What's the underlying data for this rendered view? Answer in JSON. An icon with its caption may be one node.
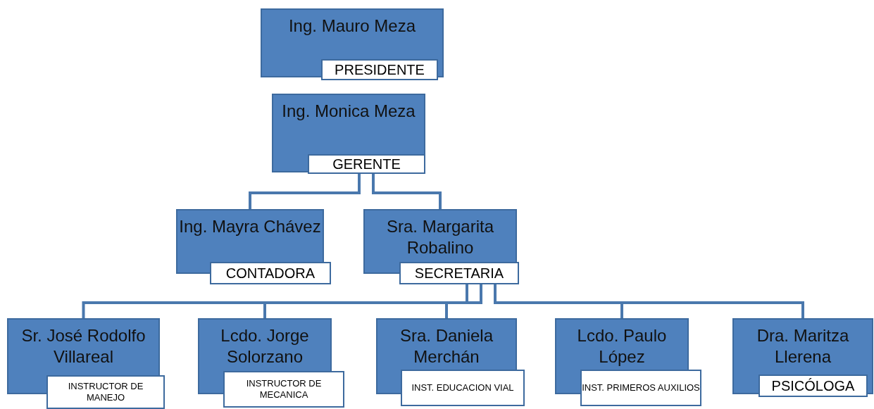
{
  "diagram": {
    "nodes": [
      {
        "text": [
          "Ing. Mauro Meza",
          "PRESIDENTE"
        ]
      },
      {
        "text": [
          "Ing. Monica Meza",
          "GERENTE"
        ]
      },
      {
        "text": [
          "Ing. Mayra Chávez",
          "CONTADORA"
        ]
      },
      {
        "text": [
          "Sra. Margarita Robalino",
          "SECRETARIA"
        ]
      },
      {
        "text": [
          "Sr. José Rodolfo Villareal",
          "INSTRUCTOR DE MANEJO"
        ]
      },
      {
        "text": [
          "Lcdo. Jorge Solorzano",
          "INSTRUCTOR DE MECANICA"
        ]
      },
      {
        "text": [
          "Sra. Daniela Merchán",
          "INST. EDUCACION VIAL"
        ]
      },
      {
        "text": [
          "Lcdo. Paulo López",
          "INST. PRIMEROS AUXILIOS"
        ]
      },
      {
        "text": [
          "Dra. Maritza Llerena",
          "PSICÓLOGA"
        ]
      }
    ],
    "edges": [
      {
        "from": 1,
        "to": 2,
        "arrow": "none"
      },
      {
        "from": 1,
        "to": 3,
        "arrow": "none"
      },
      {
        "from": 3,
        "to": 4,
        "arrow": "none"
      },
      {
        "from": 3,
        "to": 5,
        "arrow": "none"
      },
      {
        "from": 3,
        "to": 6,
        "arrow": "none"
      },
      {
        "from": 3,
        "to": 7,
        "arrow": "none"
      },
      {
        "from": 3,
        "to": 8,
        "arrow": "none"
      }
    ]
  }
}
